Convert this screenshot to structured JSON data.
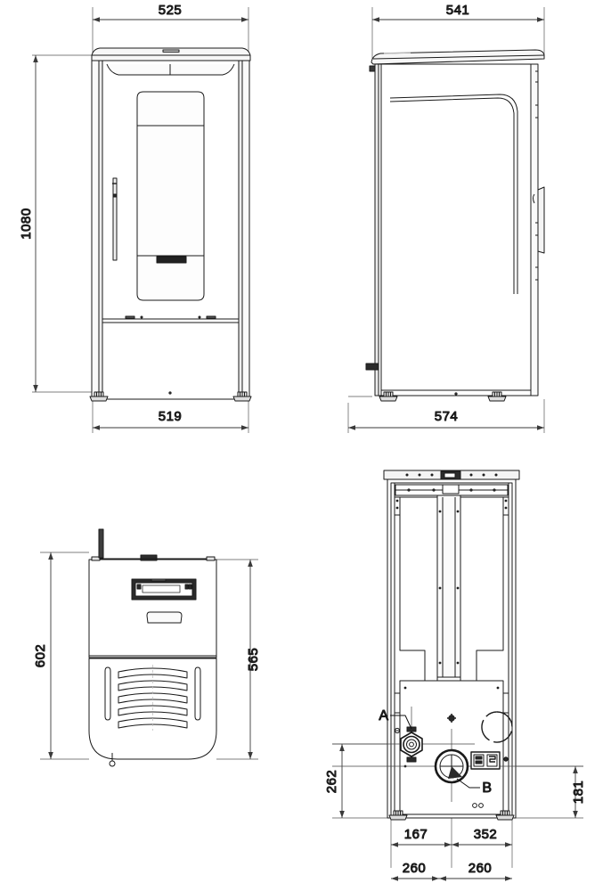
{
  "drawing": {
    "type": "technical-dimension-drawing",
    "units": "mm",
    "views": [
      {
        "id": "front",
        "name": "front-elevation"
      },
      {
        "id": "side",
        "name": "side-elevation"
      },
      {
        "id": "top",
        "name": "top-plan-view"
      },
      {
        "id": "rear",
        "name": "rear-elevation"
      }
    ]
  },
  "front_view": {
    "width_top": "525",
    "height": "1080",
    "width_bottom": "519",
    "logo_label": ""
  },
  "side_view": {
    "depth_top": "541",
    "depth_bottom": "574"
  },
  "top_view": {
    "depth_outer": "602",
    "depth_inner": "565"
  },
  "rear_view": {
    "height_a": "262",
    "height_b": "181",
    "offset_left": "167",
    "offset_right": "352",
    "half_left": "260",
    "half_right": "260",
    "callout_a": "A",
    "callout_b": "B"
  },
  "colors": {
    "line": "#1a1a1a",
    "dim_line": "#3a3a3a",
    "fill_light": "#ffffff",
    "fill_shade": "#f2f2f2",
    "fill_dark": "#2a2a2a",
    "background": "#ffffff"
  }
}
